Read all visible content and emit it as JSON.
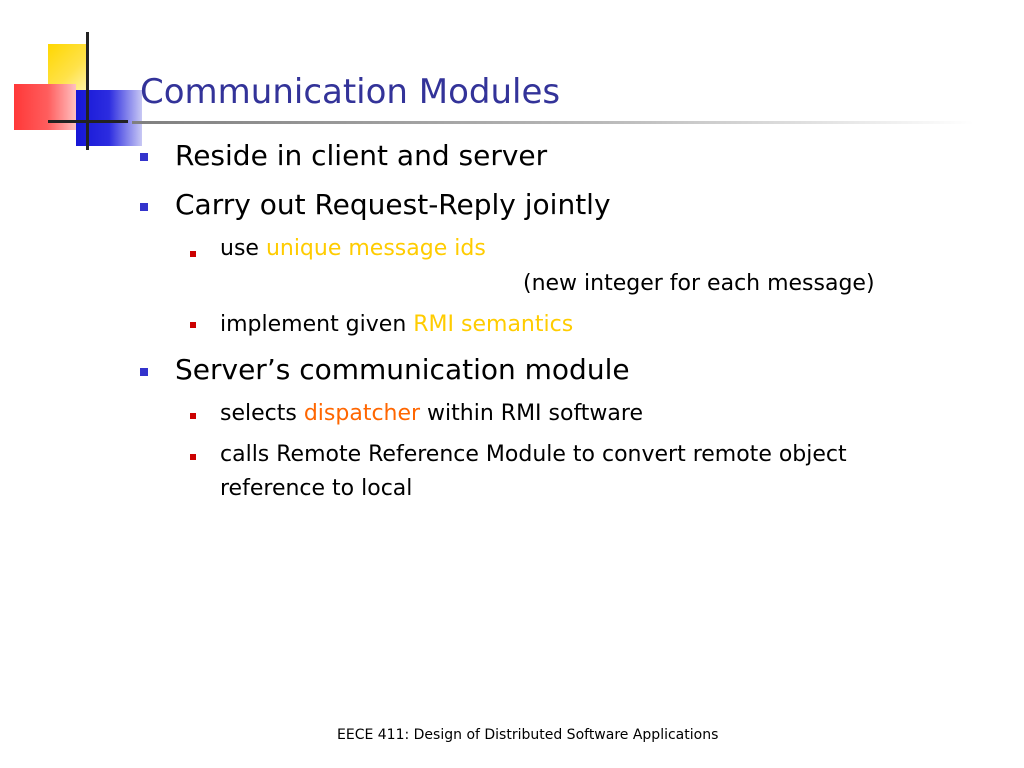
{
  "slide": {
    "title": "Communication Modules",
    "bullets": {
      "b1": "Reside in client and server",
      "b2": "Carry out Request-Reply jointly",
      "b2_sub1_prefix": "use ",
      "b2_sub1_highlight": "unique message ids",
      "b2_sub1_note": "(new integer for each message)",
      "b2_sub2_prefix": "implement given ",
      "b2_sub2_highlight": "RMI semantics",
      "b3": "Server’s communication module",
      "b3_sub1_prefix": "selects ",
      "b3_sub1_highlight": "dispatcher",
      "b3_sub1_suffix": " within RMI software",
      "b3_sub2_line1": "calls Remote Reference Module to convert remote object",
      "b3_sub2_line2": "reference to local"
    },
    "footer": "EECE 411: Design of Distributed Software Applications"
  },
  "colors": {
    "title": "#333399",
    "level1_marker": "#3333cc",
    "level2_marker": "#cc0000",
    "highlight_yellow": "#ffcc00",
    "highlight_orange": "#ff6600",
    "logo_yellow": "#ffd700",
    "logo_red": "#ff3838",
    "logo_blue": "#1616d6"
  }
}
